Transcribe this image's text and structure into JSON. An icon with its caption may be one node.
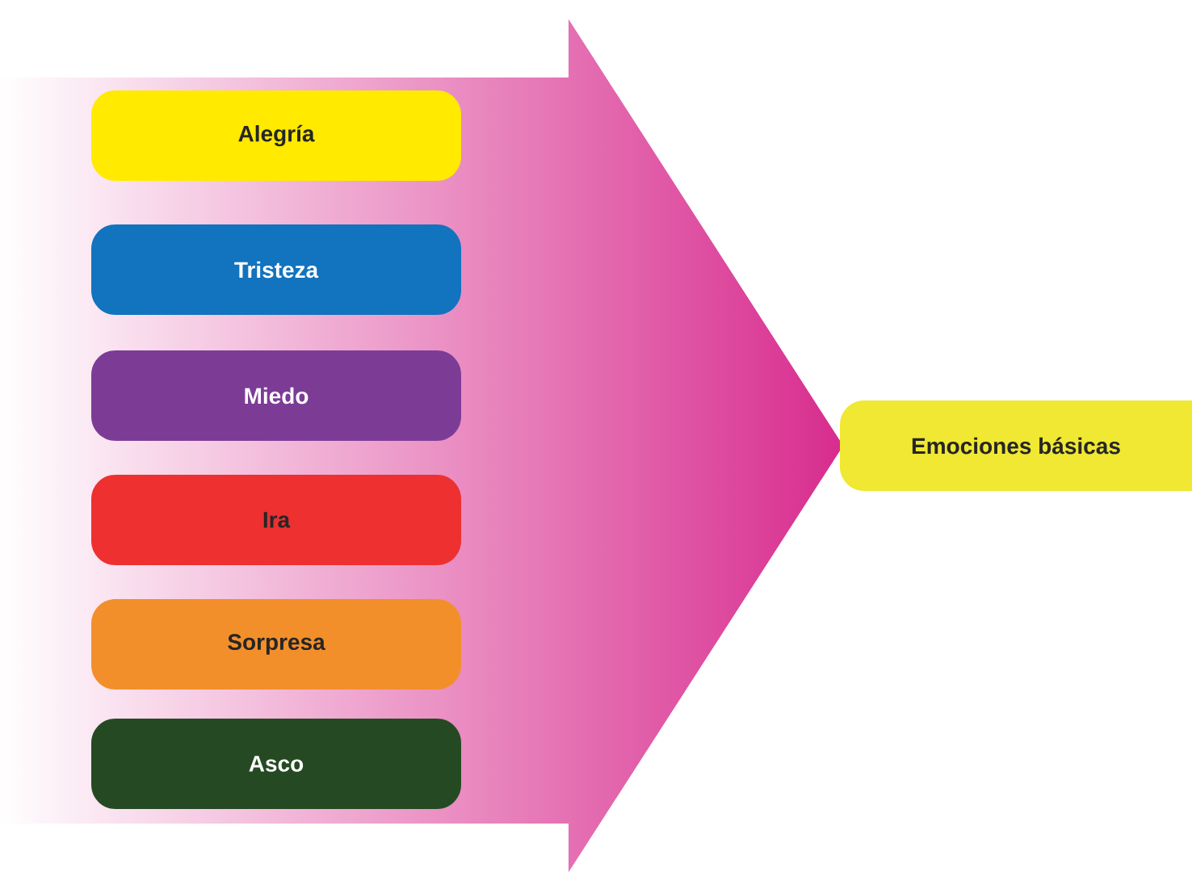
{
  "diagram": {
    "nodes": [
      {
        "text": [],
        "shape": "arrow"
      },
      {
        "text": [
          "Alegría"
        ],
        "in": 0
      },
      {
        "text": [
          "Tristeza"
        ],
        "in": 0
      },
      {
        "text": [
          "Miedo"
        ],
        "in": 0
      },
      {
        "text": [
          "Ira"
        ],
        "in": 0
      },
      {
        "text": [
          "Sorpresa"
        ],
        "in": 0
      },
      {
        "text": [
          "Asco"
        ],
        "in": 0
      },
      {
        "text": [
          "Emociones básicas"
        ]
      }
    ]
  }
}
